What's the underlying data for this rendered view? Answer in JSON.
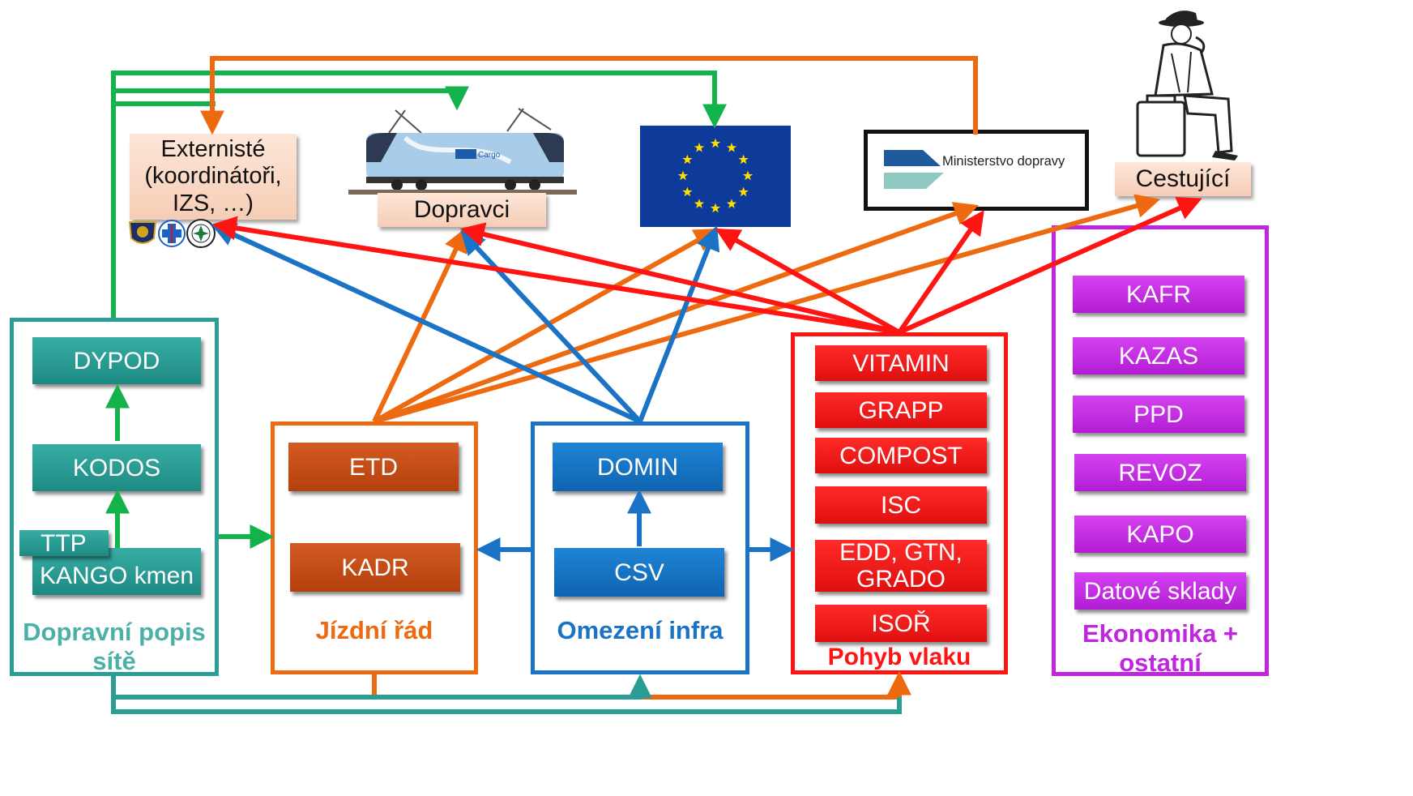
{
  "external": {
    "externiste": "Externisté (koordinátoři, IZS, …)",
    "dopravci": "Dopravci",
    "ministerstvo": "Ministerstvo dopravy",
    "cestujici": "Cestující",
    "train_logo": "Cargo"
  },
  "groups": {
    "dopravni_popis": {
      "title": "Dopravní popis sítě",
      "modules": {
        "dypod": "DYPOD",
        "kodos": "KODOS",
        "ttp": "TTP",
        "kango": "KANGO kmen"
      }
    },
    "jizdni_rad": {
      "title": "Jízdní řád",
      "modules": {
        "etd": "ETD",
        "kadr": "KADR"
      }
    },
    "omezeni_infra": {
      "title": "Omezení infra",
      "modules": {
        "domin": "DOMIN",
        "csv": "CSV"
      }
    },
    "pohyb_vlaku": {
      "title": "Pohyb vlaku",
      "modules": {
        "vitamin": "VITAMIN",
        "grapp": "GRAPP",
        "compost": "COMPOST",
        "isc": "ISC",
        "edd": "EDD, GTN, GRADO",
        "isor": "ISOŘ"
      }
    },
    "ekonomika": {
      "title": "Ekonomika + ostatní",
      "modules": {
        "kafr": "KAFR",
        "kazas": "KAZAS",
        "ppd": "PPD",
        "revoz": "REVOZ",
        "kapo": "KAPO",
        "datove": "Datové sklady"
      }
    }
  },
  "colors": {
    "teal": "#2a9d95",
    "green": "#12b34a",
    "orange": "#ee6a10",
    "blue": "#1a73c4",
    "red": "#ff1414",
    "purple": "#c026e0",
    "eu_blue": "#0e3a99",
    "eu_star": "#ffdd00"
  }
}
